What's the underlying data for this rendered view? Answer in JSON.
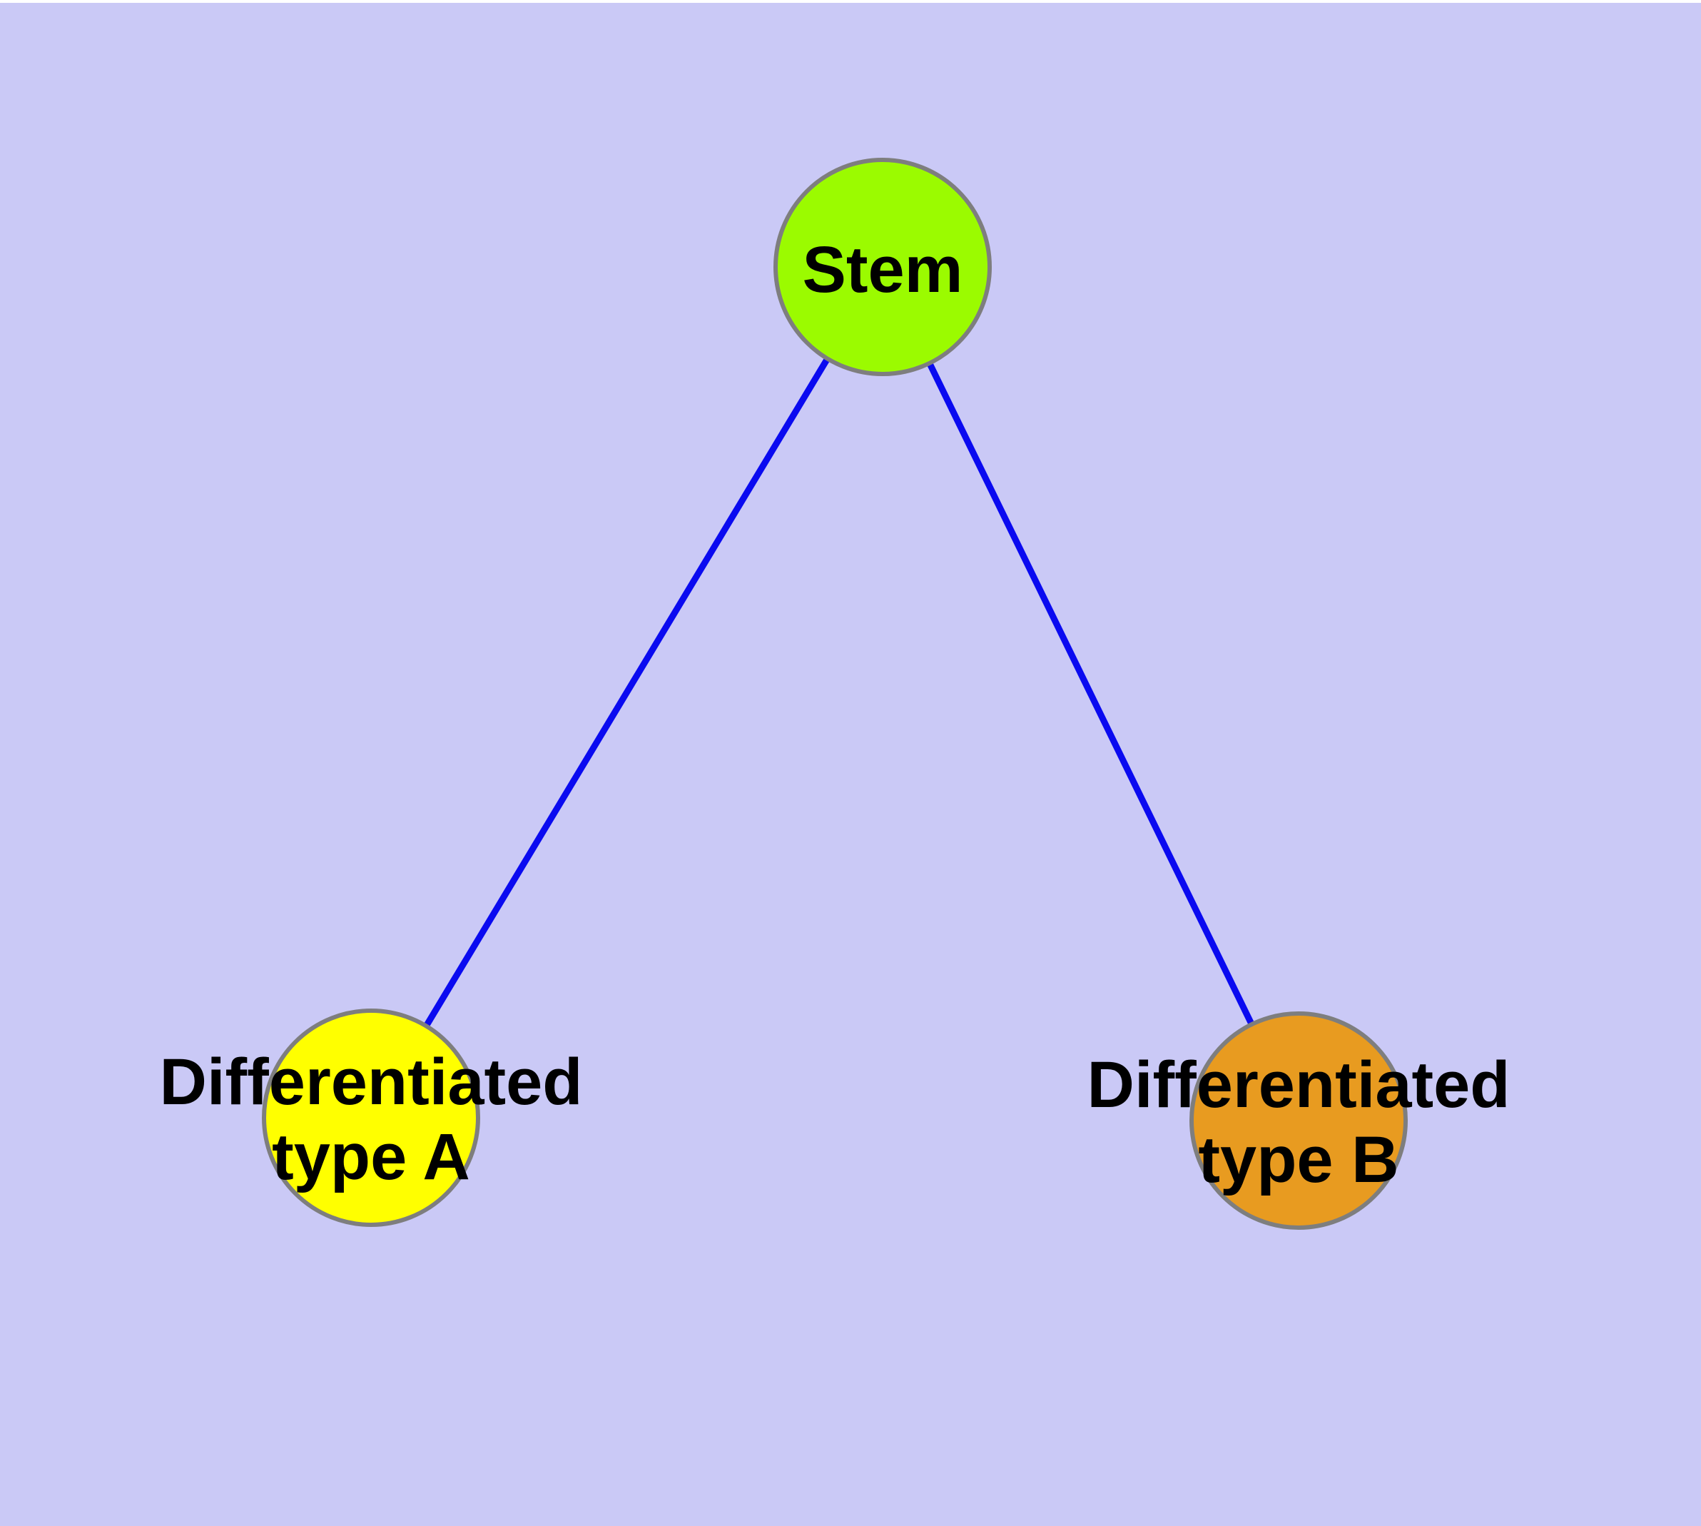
{
  "canvas": {
    "background": "#cac9f6",
    "top_strip_color": "#ffffff"
  },
  "diagram": {
    "type": "node-link-graph",
    "text_color": "#000000",
    "node_border_color": "#7e7e7e",
    "edge_color": "#0a0af0",
    "nodes": [
      {
        "id": "stem",
        "label": "Stem",
        "fill": "#9bfb00",
        "border": "#7e7e7e"
      },
      {
        "id": "differentiated-type-a",
        "label_line1": "Differentiated",
        "label_line2": "type A",
        "fill": "#ffff00",
        "border": "#7e7e7e"
      },
      {
        "id": "differentiated-type-b",
        "label_line1": "Differentiated",
        "label_line2": "type B",
        "fill": "#e89b20",
        "border": "#7e7e7e"
      }
    ],
    "edges": [
      {
        "from": "stem",
        "to": "differentiated-type-a",
        "color": "#0a0af0"
      },
      {
        "from": "stem",
        "to": "differentiated-type-b",
        "color": "#0a0af0"
      }
    ]
  }
}
